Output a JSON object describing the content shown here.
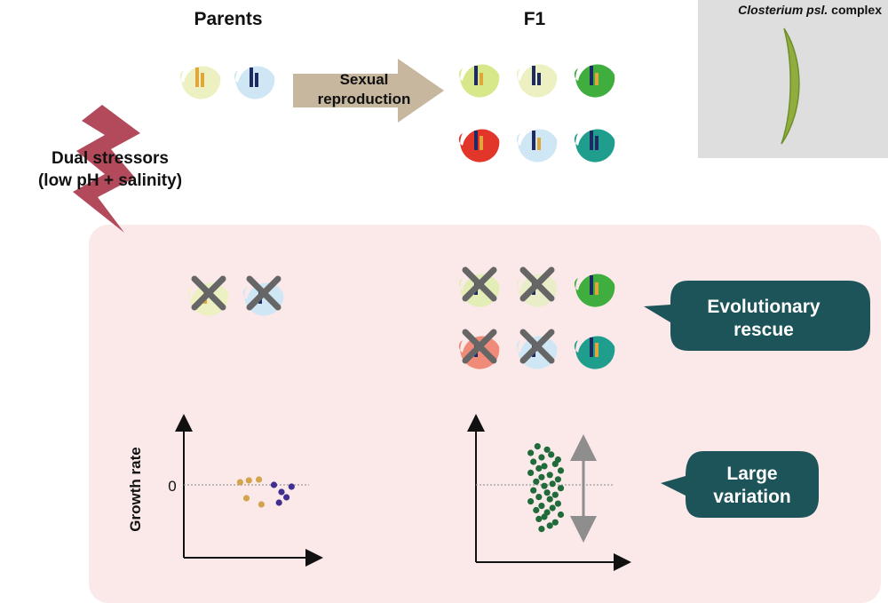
{
  "header": {
    "parents_title": "Parents",
    "f1_title": "F1"
  },
  "arrow": {
    "line1": "Sexual",
    "line2": "reproduction"
  },
  "stressors": {
    "line1": "Dual stressors",
    "line2": "(low pH + salinity)"
  },
  "photo": {
    "caption_italic": "Closterium psl.",
    "caption_rest": " complex"
  },
  "callouts": {
    "rescue_line1": "Evolutionary",
    "rescue_line2": "rescue",
    "variation_line1": "Large",
    "variation_line2": "variation"
  },
  "plots": {
    "ylabel": "Growth rate",
    "zero_tick": "0"
  },
  "colors": {
    "panel_bg": "#fbe9e9",
    "callout": "#1d5459",
    "bolt": "#b24a5c",
    "cross": "#666666",
    "arrow": "#c6b79e",
    "parent_dot_a": "#d2a44b",
    "parent_dot_b": "#3f2f90",
    "f1_dot": "#1f6b3a"
  },
  "chart_data": [
    {
      "type": "scatter",
      "name_hint": "parents",
      "x": [
        0.45,
        0.52,
        0.6,
        0.5,
        0.62,
        0.72,
        0.78,
        0.82,
        0.76,
        0.86
      ],
      "y": [
        0.03,
        0.05,
        0.06,
        -0.15,
        -0.22,
        0.0,
        -0.08,
        -0.14,
        -0.2,
        -0.02
      ],
      "groups": [
        "a",
        "a",
        "a",
        "a",
        "a",
        "b",
        "b",
        "b",
        "b",
        "b"
      ],
      "ylabel": "Growth rate",
      "yticks": [
        "0"
      ],
      "grid": false
    },
    {
      "type": "scatter",
      "name_hint": "f1",
      "x": [
        0.45,
        0.52,
        0.4,
        0.55,
        0.48,
        0.6,
        0.42,
        0.58,
        0.5,
        0.46,
        0.62,
        0.4,
        0.54,
        0.48,
        0.6,
        0.44,
        0.56,
        0.5,
        0.62,
        0.42,
        0.52,
        0.58,
        0.46,
        0.54,
        0.4,
        0.6,
        0.48,
        0.56,
        0.44,
        0.52,
        0.62,
        0.5,
        0.46,
        0.58,
        0.54,
        0.48
      ],
      "y": [
        0.7,
        0.64,
        0.58,
        0.55,
        0.5,
        0.46,
        0.42,
        0.38,
        0.34,
        0.3,
        0.26,
        0.22,
        0.18,
        0.14,
        0.1,
        0.06,
        0.02,
        -0.02,
        -0.06,
        -0.1,
        -0.14,
        -0.18,
        -0.22,
        -0.26,
        -0.3,
        -0.34,
        -0.38,
        -0.42,
        -0.46,
        -0.5,
        -0.54,
        -0.58,
        -0.62,
        -0.68,
        -0.74,
        -0.8
      ],
      "grid": false
    }
  ]
}
